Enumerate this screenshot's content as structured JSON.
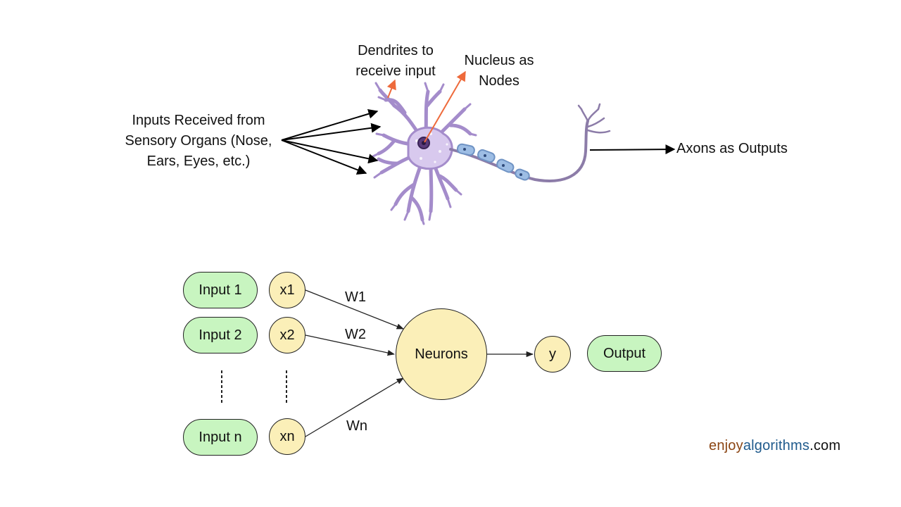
{
  "colors": {
    "green": "#c8f5c0",
    "yellow": "#fbefb8",
    "neuron_purple": "#a48ccb",
    "neuron_body": "#d8c9ee",
    "myelin_blue": "#9dbde4",
    "accent_arrow": "#ee6a3b",
    "brand_brown": "#8b4513",
    "brand_blue": "#1f5a8c"
  },
  "biology": {
    "inputs_label": [
      "Inputs Received from",
      "Sensory Organs (Nose,",
      "Ears, Eyes, etc.)"
    ],
    "dendrites_label": [
      "Dendrites to",
      "receive input"
    ],
    "nucleus_label": [
      "Nucleus as",
      "Nodes"
    ],
    "axons_label": "Axons as Outputs"
  },
  "network": {
    "inputs": [
      "Input 1",
      "Input 2",
      "Input n"
    ],
    "xs": [
      "x1",
      "x2",
      "xn"
    ],
    "weights": [
      "W1",
      "W2",
      "Wn"
    ],
    "neuron": "Neurons",
    "y": "y",
    "output": "Output"
  },
  "brand": {
    "part1": "enjoy",
    "part2": "algorithms",
    "part3": ".com"
  }
}
